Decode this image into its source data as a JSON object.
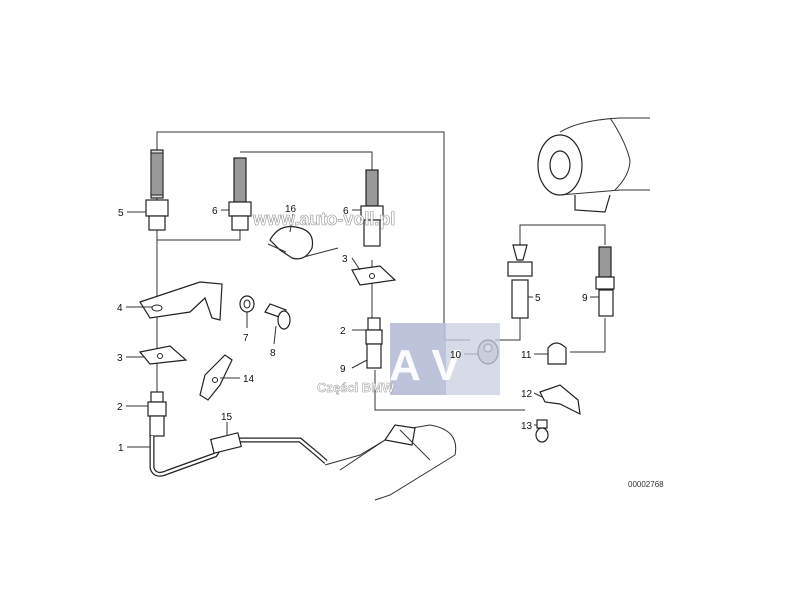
{
  "diagram": {
    "callouts": [
      "1",
      "2",
      "2",
      "3",
      "3",
      "4",
      "5",
      "5",
      "6",
      "6",
      "7",
      "8",
      "9",
      "9",
      "10",
      "11",
      "12",
      "13",
      "14",
      "15",
      "16"
    ],
    "watermark_url": "www.auto-voll.pl",
    "watermark_logo_letters": "A V",
    "watermark_caption": "Części BMW",
    "reference_number": "00002768"
  }
}
